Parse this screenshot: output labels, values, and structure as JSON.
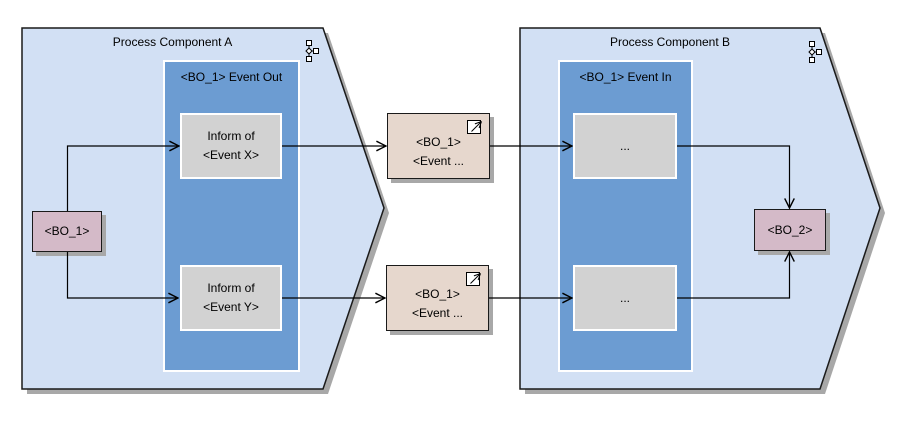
{
  "colors": {
    "component_fill": "#d2e0f4",
    "component_border": "#1a1a1a",
    "panel_fill": "#6c9cd2",
    "function_fill": "#d2d2d2",
    "object_fill": "#d4bac8",
    "event_fill": "#e6d7cd",
    "shadow": "#a8a8a8",
    "line": "#000000"
  },
  "component_a": {
    "title": "Process Component A",
    "panel_title": "<BO_1> Event Out",
    "functions": [
      {
        "line1": "Inform of",
        "line2": "<Event X>"
      },
      {
        "line1": "Inform of",
        "line2": "<Event Y>"
      }
    ],
    "business_object": {
      "label": "<BO_1>"
    }
  },
  "events": [
    {
      "line1": "<BO_1>",
      "line2": "<Event ..."
    },
    {
      "line1": "<BO_1>",
      "line2": "<Event ..."
    }
  ],
  "component_b": {
    "title": "Process Component B",
    "panel_title": "<BO_1> Event In",
    "functions": [
      {
        "label": "..."
      },
      {
        "label": "..."
      }
    ],
    "business_object": {
      "label": "<BO_2>"
    }
  },
  "icons": {
    "component_a_corner": "process-chain-icon",
    "component_b_corner": "process-chain-icon",
    "event_corner": "assignment-arrow-icon"
  }
}
